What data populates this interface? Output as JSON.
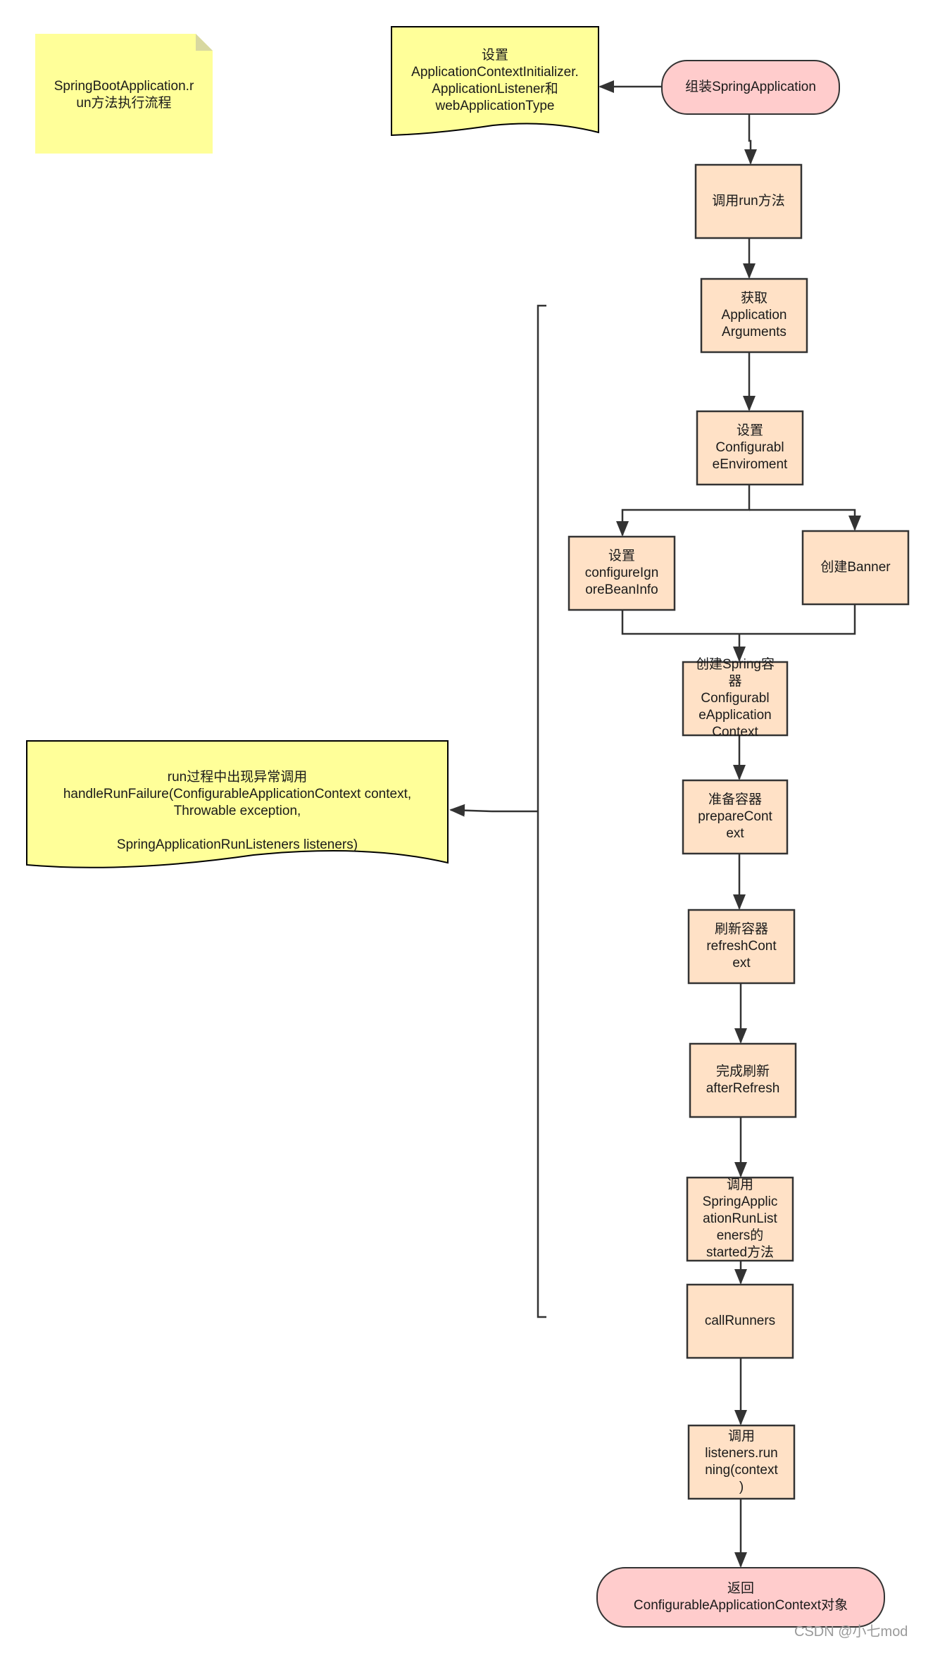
{
  "diagram": {
    "title_note": "SpringBootApplication.r\nun方法执行流程",
    "side_note_top": "设置\nApplicationContextInitializer.\nApplicationListener和\nwebApplicationType",
    "side_note_exception": "run过程中出现异常调用\nhandleRunFailure(ConfigurableApplicationContext context,\nThrowable exception,\n\nSpringApplicationRunListeners listeners)",
    "steps": {
      "assemble": "组装SpringApplication",
      "call_run": "调用run方法",
      "get_args": "获取\nApplication\nArguments",
      "set_env": "设置\nConfigurabl\neEnviroment",
      "set_ignore_beaninfo": "设置\nconfigureIgn\noreBeanInfo",
      "create_banner": "创建Banner",
      "create_context": "创建Spring容\n器\nConfigurabl\neApplication\nContext",
      "prepare_context": "准备容器\nprepareCont\next",
      "refresh_context": "刷新容器\nrefreshCont\next",
      "after_refresh": "完成刷新\nafterRefresh",
      "listeners_started": "调用\nSpringApplic\nationRunList\neners的\nstarted方法",
      "call_runners": "callRunners",
      "listeners_running": "调用\nlisteners.run\nning(context\n)",
      "return_context": "返回\nConfigurableApplicationContext对象"
    },
    "colors": {
      "note_fill": "#ffff99",
      "note_stroke": "#000000",
      "step_fill": "#ffe1c6",
      "step_stroke": "#333333",
      "terminal_fill": "#ffcccc",
      "terminal_stroke": "#333333",
      "arrow": "#333333"
    }
  },
  "watermark": "CSDN @小七mod"
}
